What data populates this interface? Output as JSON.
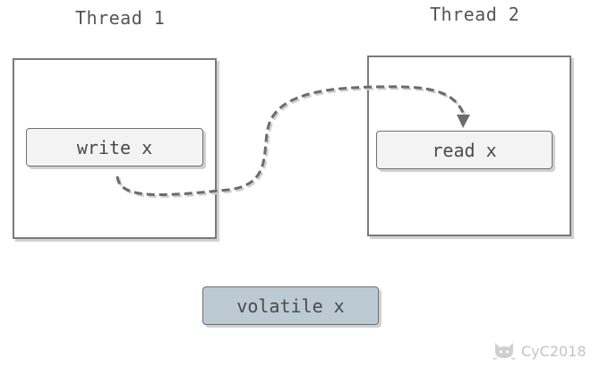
{
  "threads": [
    {
      "title": "Thread 1",
      "operation": "write x"
    },
    {
      "title": "Thread 2",
      "operation": "read x"
    }
  ],
  "shared_variable": "volatile x",
  "watermark": {
    "icon": "github-octocat-icon",
    "text": "CyC2018"
  }
}
